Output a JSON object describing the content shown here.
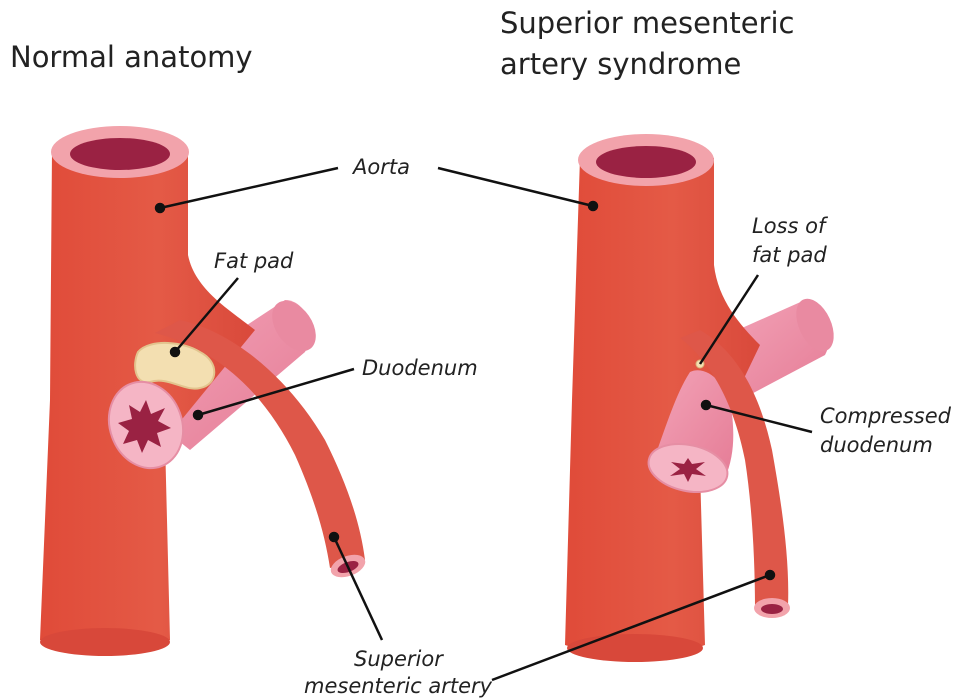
{
  "titles": {
    "left": "Normal anatomy",
    "right_line1": "Superior mesenteric",
    "right_line2": "artery syndrome"
  },
  "labels": {
    "aorta": "Aorta",
    "fat_pad": "Fat pad",
    "loss_line1": "Loss of",
    "loss_line2": "fat pad",
    "duodenum": "Duodenum",
    "compressed_line1": "Compressed",
    "compressed_line2": "duodenum",
    "sma_line1": "Superior",
    "sma_line2": "mesenteric artery"
  },
  "colors": {
    "aorta": "#e0523f",
    "aorta_rim": "#f2a3ab",
    "duodenum": "#ee8fa5",
    "fat": "#f3dfb1",
    "lumen": "#9a2243"
  }
}
